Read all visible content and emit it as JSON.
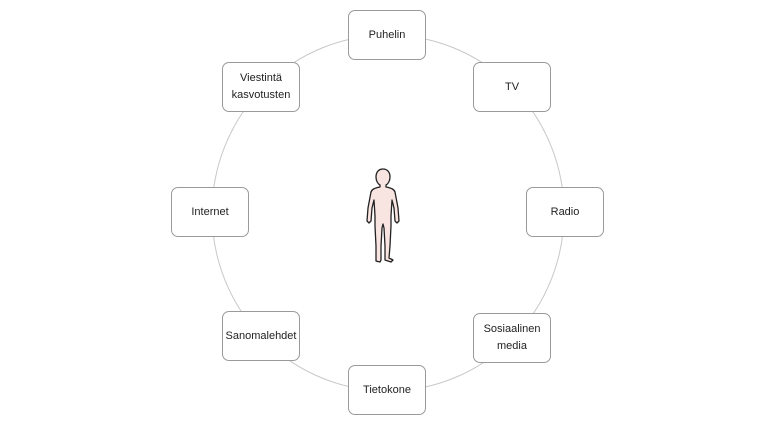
{
  "center": {
    "icon": "person-icon"
  },
  "nodes": [
    {
      "id": "puhelin",
      "label": "Puhelin"
    },
    {
      "id": "tv",
      "label": "TV"
    },
    {
      "id": "radio",
      "label": "Radio"
    },
    {
      "id": "sosiaalinen-media",
      "label": "Sosiaalinen media"
    },
    {
      "id": "tietokone",
      "label": "Tietokone"
    },
    {
      "id": "sanomalehdet",
      "label": "Sanomalehdet"
    },
    {
      "id": "internet",
      "label": "Internet"
    },
    {
      "id": "viestinta-kasvotusten",
      "label": "Viestintä kasvotusten"
    }
  ],
  "colors": {
    "ring": "#c8c8c8",
    "border": "#9a9a9a",
    "skin": "#f8e4e0"
  }
}
